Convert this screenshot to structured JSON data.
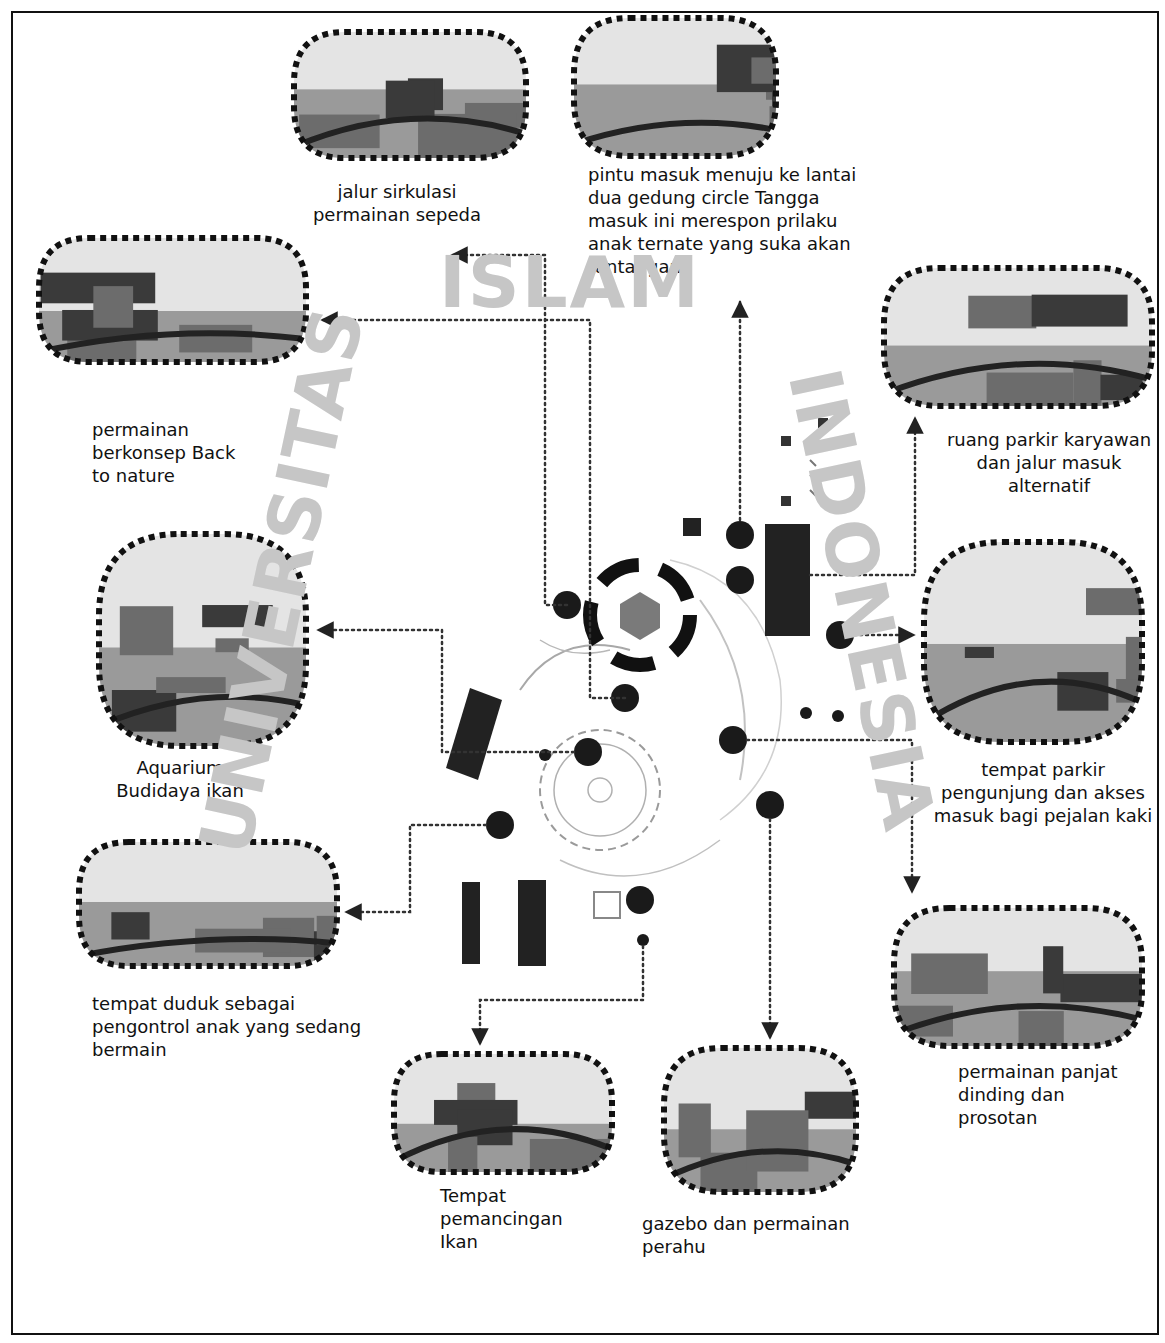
{
  "diagram": {
    "nodes": [
      {
        "text": [
          "pintu masuk menuju ke lantai dua gedung circle Tangga masuk ini merespon prilaku anak ternate yang suka akan tantangan"
        ]
      },
      {
        "text": [
          "jalur sirkulasi permainan sepeda"
        ]
      },
      {
        "text": [
          "permainan berkonsep Back to nature"
        ]
      },
      {
        "text": [
          "ruang parkir karyawan dan jalur masuk alternatif"
        ]
      },
      {
        "text": [
          "Aquarium Budidaya ikan"
        ]
      },
      {
        "text": [
          "tempat parkir pengunjung dan akses masuk bagi pejalan kaki"
        ]
      },
      {
        "text": [
          "tempat duduk sebagai pengontrol anak yang sedang bermain"
        ]
      },
      {
        "text": [
          "permainan panjat dinding dan prosotan"
        ]
      },
      {
        "text": [
          "Tempat pemancingan Ikan"
        ]
      },
      {
        "text": [
          "gazebo dan permainan perahu"
        ]
      }
    ],
    "labels": [
      "ISLAM",
      "UNIVERSITAS",
      "INDONESIA"
    ]
  }
}
